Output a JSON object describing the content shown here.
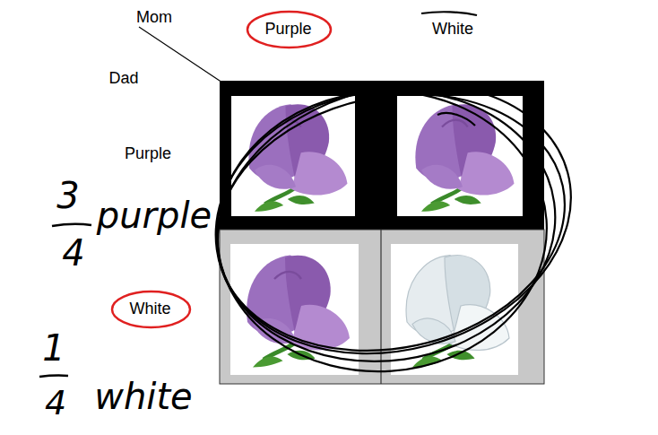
{
  "diagram": {
    "nodes": [
      {
        "text": [
          "Purple"
        ]
      },
      {
        "text": [
          "White"
        ]
      }
    ],
    "labels": [
      "Mom",
      "White",
      "Dad",
      "Purple",
      "3",
      "4",
      "purple",
      "1",
      "4",
      "white"
    ]
  }
}
